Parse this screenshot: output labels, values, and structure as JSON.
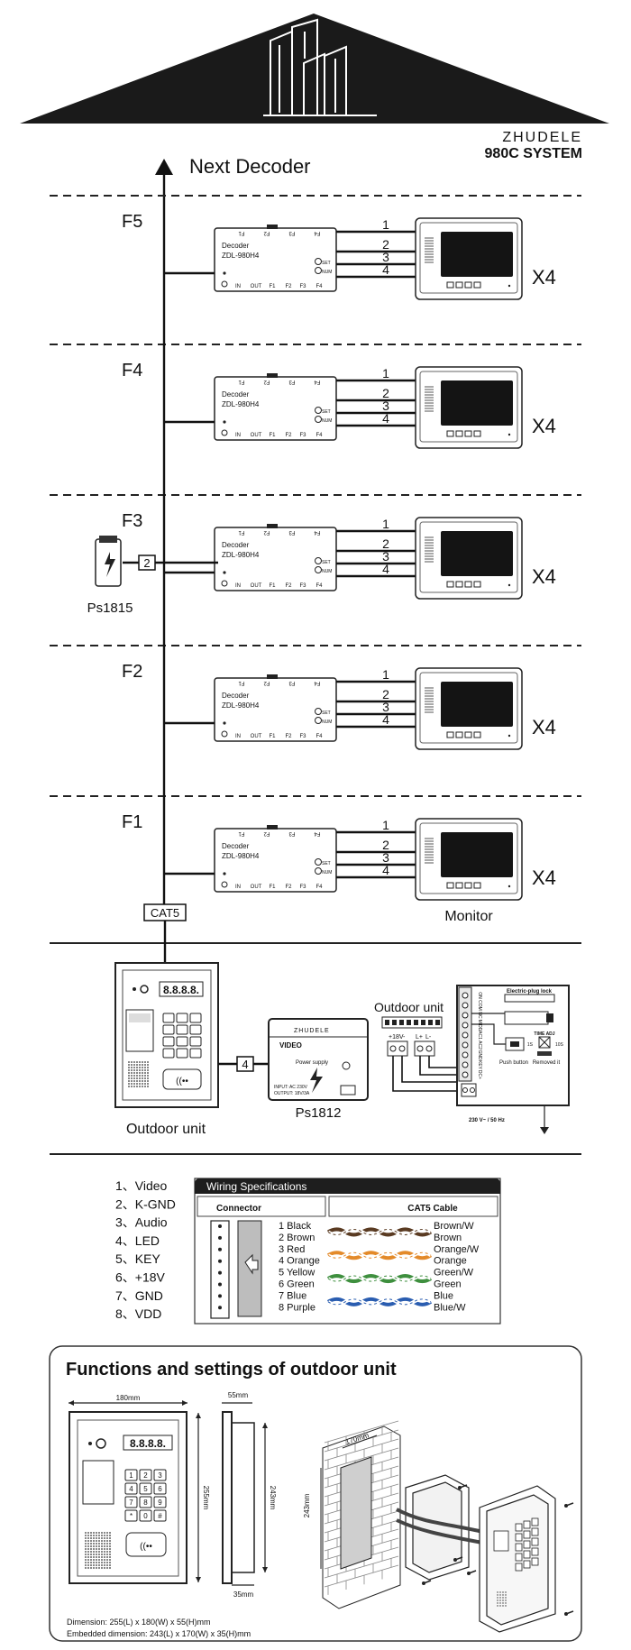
{
  "brand": {
    "name": "ZHUDELE",
    "system": "980C SYSTEM"
  },
  "next_decoder": "Next Decoder",
  "floors": [
    {
      "label": "F5",
      "multiplier": "X4"
    },
    {
      "label": "F4",
      "multiplier": "X4"
    },
    {
      "label": "F3",
      "multiplier": "X4"
    },
    {
      "label": "F2",
      "multiplier": "X4"
    },
    {
      "label": "F1",
      "multiplier": "X4"
    }
  ],
  "decoder": {
    "title": "Decoder",
    "model": "ZDL-980H4",
    "ports": [
      "IN",
      "OUT",
      "F1",
      "F2",
      "F3",
      "F4"
    ],
    "top_ports": [
      "F1",
      "F2",
      "F3",
      "F4"
    ],
    "buttons": [
      "SET",
      "NUM"
    ]
  },
  "line_numbers": [
    "1",
    "2",
    "3",
    "4"
  ],
  "monitor_label": "Monitor",
  "ps1815": {
    "label": "Ps1815",
    "wire": "2"
  },
  "cat5_label": "CAT5",
  "outdoor_unit_label": "Outdoor unit",
  "display_digits": "8.8.8.8.",
  "ps1812": {
    "label": "Ps1812",
    "wire": "4",
    "brand": "ZHUDELE",
    "title": "VIDEO",
    "subtitle": "Power supply",
    "input": "INPUT: AC 230V",
    "output": "OUTPUT: 18V/3A"
  },
  "outdoor_wiring": {
    "title": "Outdoor unit",
    "power_terminals": [
      "+18V",
      "-"
    ],
    "lock_terminals": [
      "L+",
      "L-"
    ],
    "lock": "Electric-plug lock",
    "push_button": "Push button",
    "time_adj": "TIME ADJ",
    "time_values": [
      "1S",
      "10S"
    ],
    "removed": "Removed it",
    "mains": "230 V~ / 50 Hz",
    "board_terminals": [
      "ON",
      "COM",
      "NC",
      "MIDD",
      "AC1",
      "AC2",
      "GND",
      "KEY",
      "DC+"
    ]
  },
  "wire_legend": [
    "1、Video",
    "2、K-GND",
    "3、Audio",
    "4、LED",
    "5、KEY",
    "6、+18V",
    "7、GND",
    "8、VDD"
  ],
  "wiring_spec": {
    "title": "Wiring Specifications",
    "col_connector": "Connector",
    "col_cable": "CAT5 Cable",
    "pins": [
      "1 Black",
      "2 Brown",
      "3 Red",
      "4 Orange",
      "5  Yellow",
      "6 Green",
      "7 Blue",
      "8 Purple"
    ],
    "cable_colors": [
      "Brown/W",
      "Brown",
      "Orange/W",
      "Orange",
      "Green/W",
      "Green",
      "Blue",
      "Blue/W"
    ],
    "pair_colors": [
      "#5a3b22",
      "#e38a2a",
      "#3e8f3e",
      "#2a5db0"
    ]
  },
  "functions": {
    "title": "Functions and settings of outdoor unit",
    "width": "180mm",
    "height": "255mm",
    "depth": "55mm",
    "depth_body": "243mm",
    "depth_bottom": "35mm",
    "embed_width": "170mm",
    "embed_height": "243mm",
    "dimension": "Dimension: 255(L) x 180(W) x 55(H)mm",
    "embedded": "Embedded dimension: 243(L) x 170(W) x 35(H)mm"
  }
}
